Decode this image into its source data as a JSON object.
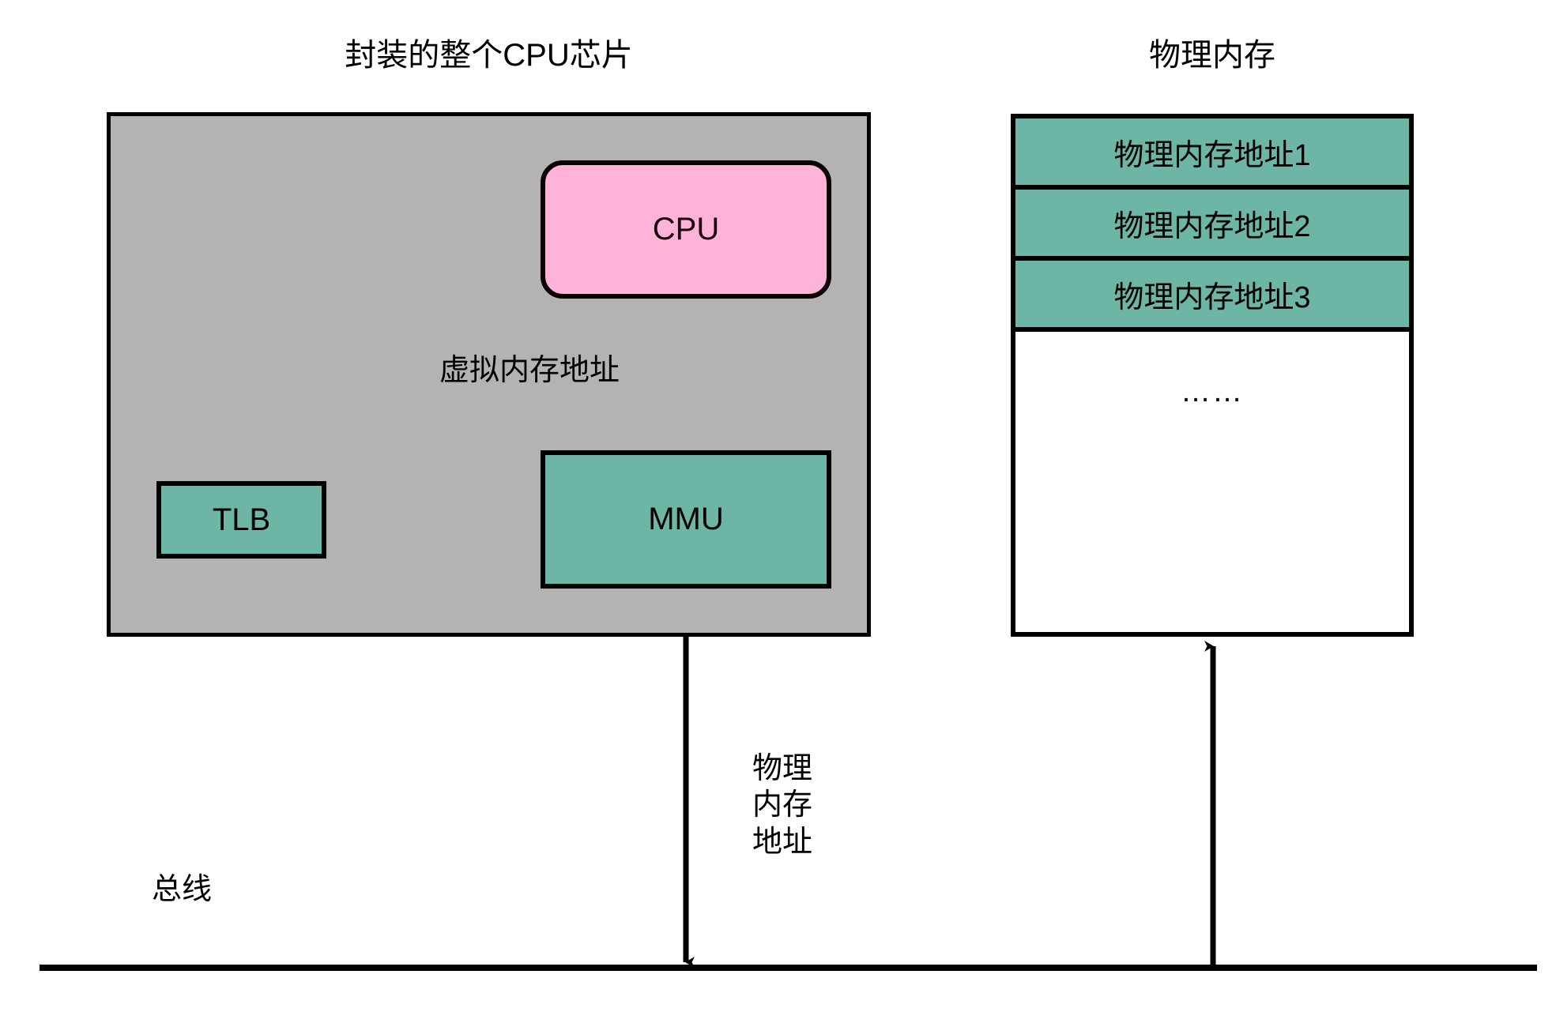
{
  "titles": {
    "cpu_chip": "封装的整个CPU芯片",
    "physical_memory": "物理内存"
  },
  "cpu_chip": {
    "cpu_label": "CPU",
    "mmu_label": "MMU",
    "tlb_label": "TLB",
    "virtual_address_label": "虚拟内存地址"
  },
  "physical_memory": {
    "rows": [
      {
        "label": "物理内存地址1"
      },
      {
        "label": "物理内存地址2"
      },
      {
        "label": "物理内存地址3"
      }
    ],
    "ellipsis": "……"
  },
  "bus": {
    "label": "总线",
    "physical_address_line1": "物理",
    "physical_address_line2": "内存",
    "physical_address_line3": "地址"
  },
  "colors": {
    "chip_fill": "#b3b3b3",
    "cpu_fill": "#ffb3d9",
    "mmu_fill": "#6db5a4",
    "tlb_fill": "#6db5a4",
    "memory_row_fill": "#6db5a4",
    "memory_empty_fill": "#ffffff",
    "stroke": "#000000",
    "background": "#ffffff"
  }
}
